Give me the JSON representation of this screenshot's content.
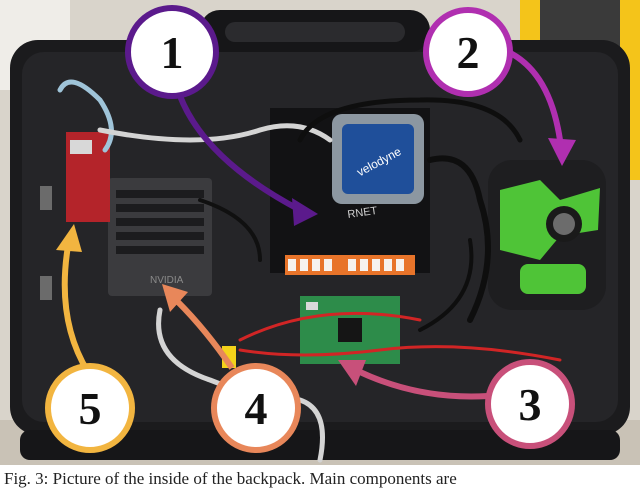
{
  "caption": "Fig. 3: Picture of the inside of the backpack. Main components are",
  "labels": {
    "one": "1",
    "two": "2",
    "three": "3",
    "four": "4",
    "five": "5"
  },
  "device_text": {
    "sensor_brand": "velodyne",
    "jetson_logo": "NVIDIA",
    "box_text": "RNET"
  },
  "colors": {
    "label_1": "#5b1a8c",
    "label_2": "#b02fb0",
    "label_3": "#c8507a",
    "label_4": "#e8875a",
    "label_5": "#f2b540"
  }
}
